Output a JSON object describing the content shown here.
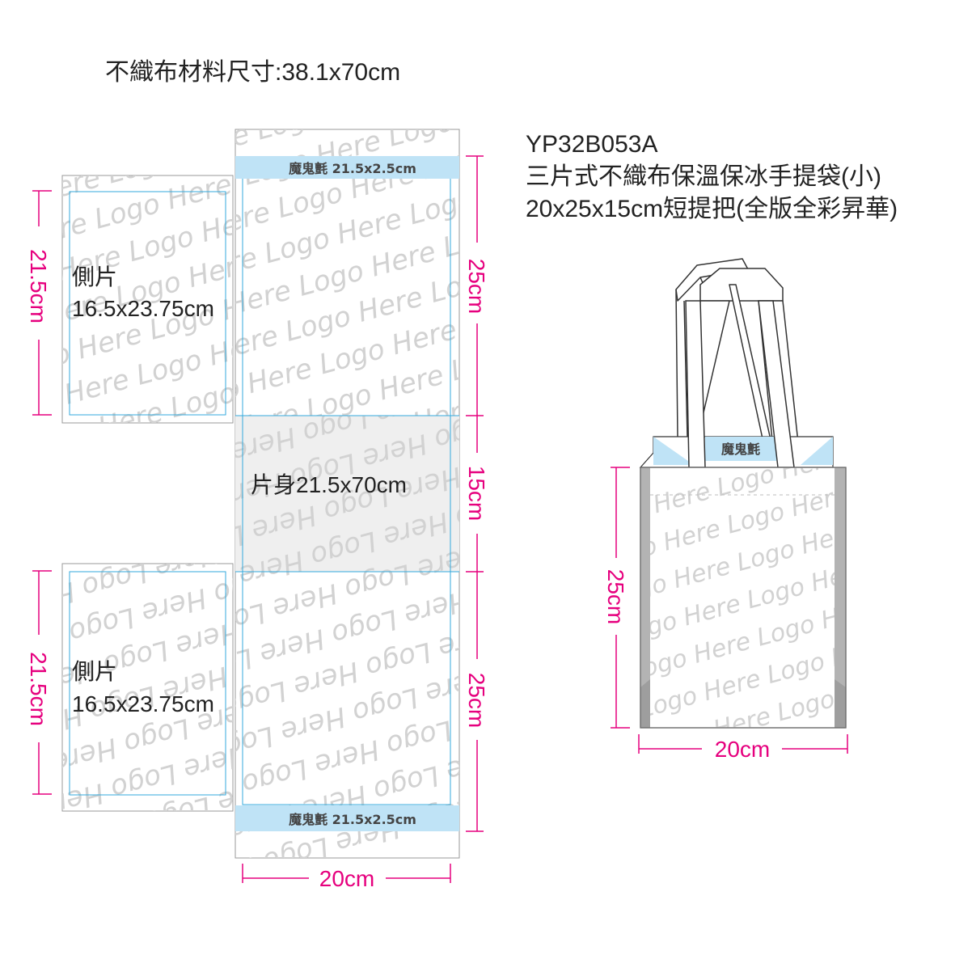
{
  "header": {
    "material_size": "不織布材料尺寸:38.1x70cm"
  },
  "product": {
    "code": "YP32B053A",
    "name": "三片式不織布保溫保冰手提袋(小)",
    "spec": "20x25x15cm短提把(全版全彩昇華)"
  },
  "watermark": {
    "text": "Logo Here"
  },
  "bands": {
    "top_label": "魔鬼氈 21.5x2.5cm",
    "bottom_label": "魔鬼氈 21.5x2.5cm"
  },
  "panels": {
    "side_top": {
      "name": "側片",
      "size": "16.5x23.75cm"
    },
    "body": {
      "label": "片身21.5x70cm"
    },
    "side_bottom": {
      "name": "側片",
      "size": "16.5x23.75cm"
    }
  },
  "dimensions": {
    "side_top_height": "21.5cm",
    "side_bottom_height": "21.5cm",
    "body_seg_top": "25cm",
    "body_seg_mid": "15cm",
    "body_seg_bottom": "25cm",
    "body_width": "20cm"
  },
  "bag": {
    "tag": "魔鬼氈",
    "height": "25cm",
    "width": "20cm"
  },
  "colors": {
    "dimension": "#e6007e",
    "band": "#bfe3f6",
    "trim": "#33aadd",
    "shaded": "#efefef",
    "gusset": "#b3b3b3"
  }
}
